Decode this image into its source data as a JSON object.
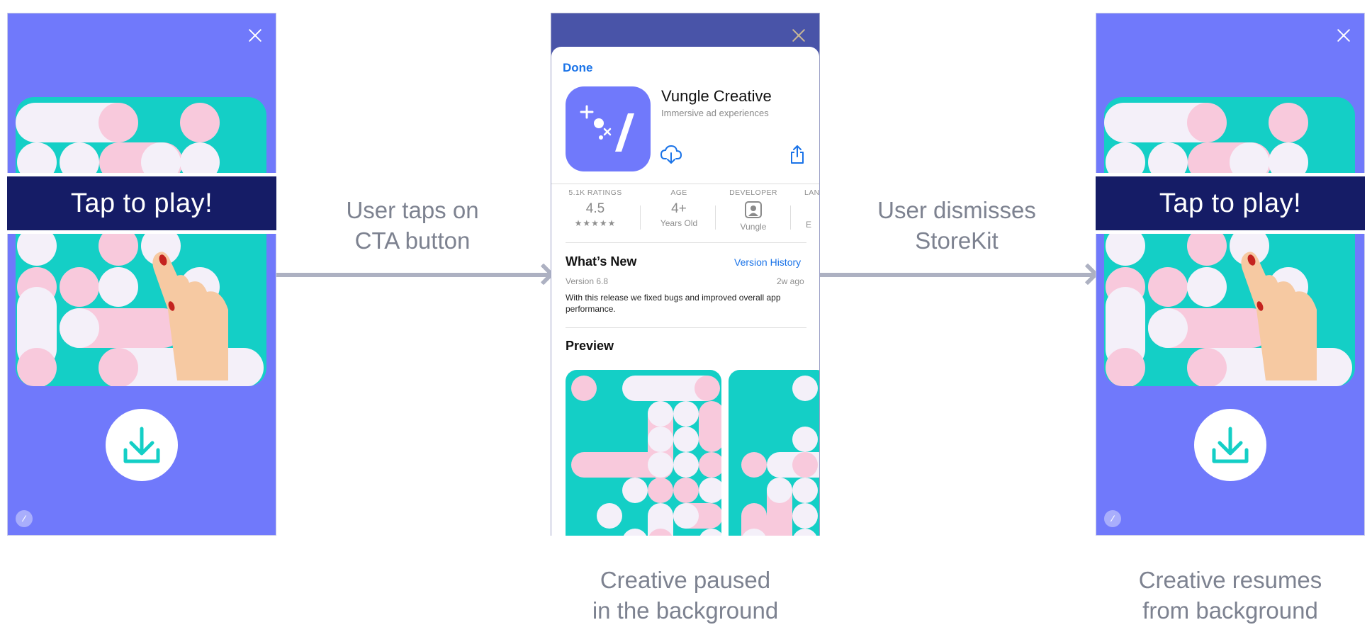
{
  "left_phone": {
    "banner": "Tap to play!"
  },
  "right_phone": {
    "banner": "Tap to play!"
  },
  "captions": {
    "arrow1": [
      "User taps on",
      "CTA button"
    ],
    "arrow2": [
      "User dismisses",
      "StoreKit"
    ],
    "center_bottom": [
      "Creative paused",
      "in the background"
    ],
    "right_bottom": [
      "Creative resumes",
      "from background"
    ]
  },
  "storekit": {
    "done": "Done",
    "app_name": "Vungle Creative",
    "app_subtitle": "Immersive ad experiences",
    "ratings_label": "5.1K RATINGS",
    "rating_value": "4.5",
    "stars": "★★★★★",
    "age_label": "AGE",
    "age_value": "4+",
    "age_sub": "Years Old",
    "developer_label": "DEVELOPER",
    "developer_sub": "Vungle",
    "language_label": "LAN",
    "language_sub": "E",
    "whats_new": "What’s New",
    "version_history": "Version History",
    "version": "Version 6.8",
    "time_ago": "2w ago",
    "release_notes": "With this release we fixed bugs and improved overall app performance.",
    "preview": "Preview"
  },
  "colors": {
    "ad_background": "#7079fb",
    "storekit_header": "#4954a8",
    "board": "#14cfc6",
    "banner": "#151c66",
    "pink": "#f8c9dc",
    "white_dot": "#f4f0f9",
    "link_blue": "#1a73e8",
    "arrow": "#adb1c2",
    "caption": "#7d8290"
  },
  "icons": [
    "close-icon",
    "download-icon",
    "vungle-logo-icon",
    "cloud-download-icon",
    "share-icon",
    "developer-person-icon",
    "tap-hand-icon"
  ]
}
